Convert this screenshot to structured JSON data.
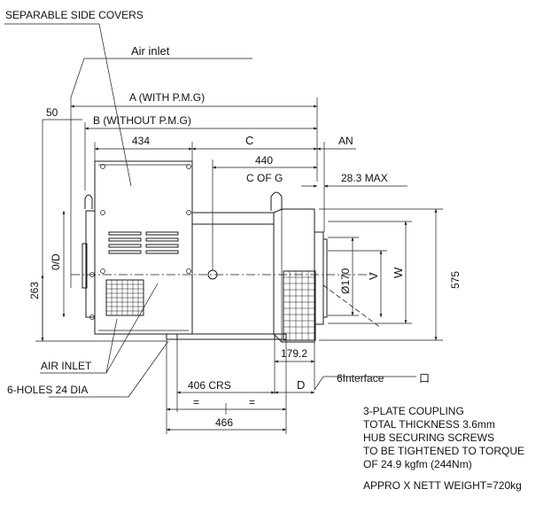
{
  "labels": {
    "separable_side_covers": "SEPARABLE SIDE COVERS",
    "air_inlet_top": "Air inlet",
    "dim_a": "A (WITH P.M.G)",
    "dim_b": "B (WITHOUT P.M.G)",
    "dim_50": "50",
    "dim_434": "434",
    "dim_c": "C",
    "dim_an": "AN",
    "dim_440": "440",
    "c_of_g": "C OF G",
    "dim_28_3": "28.3 MAX",
    "dim_263": "263",
    "od": "0/D",
    "phi_170": "Ø170",
    "v": "V",
    "w": "W",
    "dim_575": "575",
    "dim_179_2": "179.2",
    "air_inlet_bottom": "AIR INLET",
    "holes": "6-HOLES 24 DIA",
    "dim_406_crs": "406 CRS",
    "eq1": "=",
    "eq2": "=",
    "dim_466": "466",
    "dim_d": "D",
    "interface": "6Interface",
    "interface_box": "口"
  },
  "notes": [
    "3-PLATE COUPLING",
    "TOTAL THICKNESS 3.6mm",
    "HUB SECURING SCREWS",
    "TO BE TIGHTENED TO TORQUE",
    "OF 24.9 kgfm (244Nm)"
  ],
  "weight": "APPRO X NETT WEIGHT=720kg"
}
